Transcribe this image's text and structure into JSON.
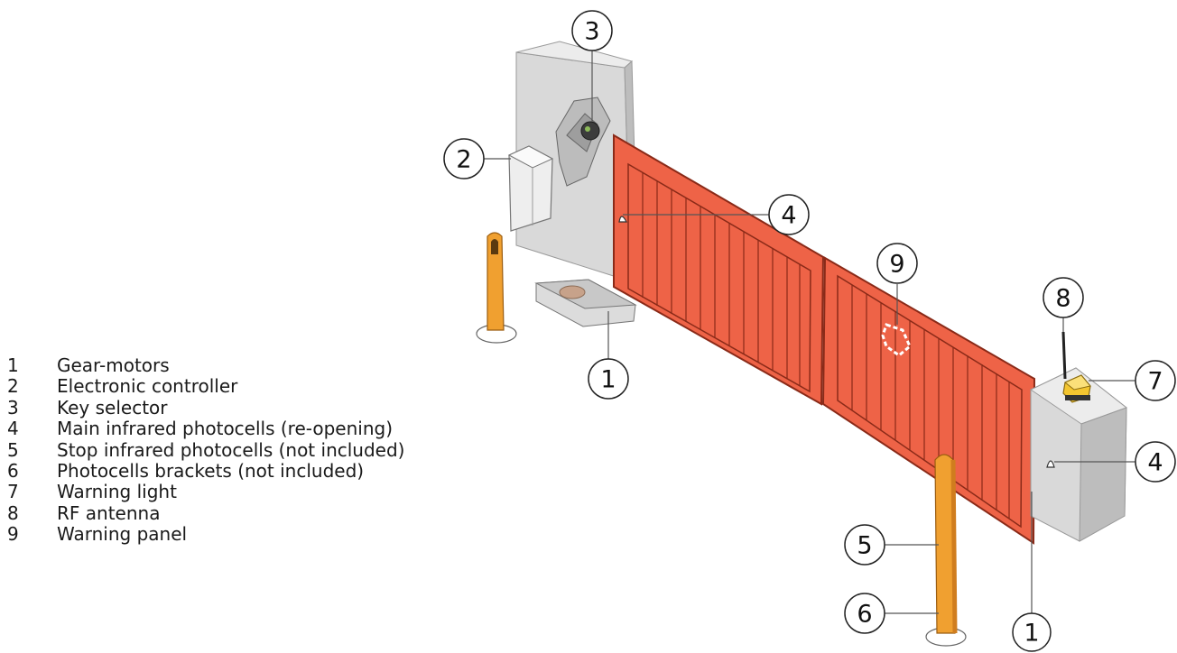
{
  "legend": [
    {
      "num": "1",
      "label": "Gear-motors"
    },
    {
      "num": "2",
      "label": "Electronic controller"
    },
    {
      "num": "3",
      "label": "Key selector"
    },
    {
      "num": "4",
      "label": "Main infrared photocells (re-opening)"
    },
    {
      "num": "5",
      "label": "Stop infrared photocells (not included)"
    },
    {
      "num": "6",
      "label": "Photocells brackets  (not included)"
    },
    {
      "num": "7",
      "label": "Warning light"
    },
    {
      "num": "8",
      "label": "RF antenna"
    },
    {
      "num": "9",
      "label": "Warning panel"
    }
  ],
  "callouts": {
    "c1a": "1",
    "c1b": "1",
    "c2": "2",
    "c3": "3",
    "c4a": "4",
    "c4b": "4",
    "c5": "5",
    "c6": "6",
    "c7": "7",
    "c8": "8",
    "c9": "9"
  },
  "colors": {
    "gate": "#ee6347",
    "gate_dark": "#8a2a18",
    "pillar": "#d9d9d9",
    "pillar_dark": "#a9a9a9",
    "post": "#f0a030",
    "lamp": "#f3c530"
  }
}
